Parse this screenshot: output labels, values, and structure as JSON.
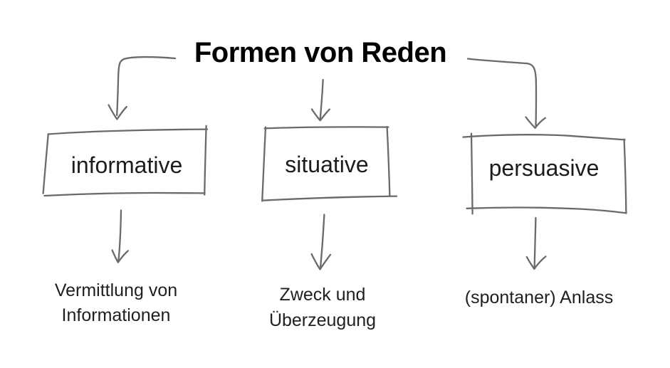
{
  "title": "Formen von Reden",
  "colors": {
    "background": "#ffffff",
    "stroke": "#6a6a6a",
    "title_text": "#000000",
    "label_text": "#1c1c1c",
    "desc_text": "#1f1f1f"
  },
  "branches": [
    {
      "label": "informative",
      "description_lines": [
        "Vermittlung von",
        "Informationen"
      ]
    },
    {
      "label": "situative",
      "description_lines": [
        "Zweck und",
        "Überzeugung"
      ]
    },
    {
      "label": "persuasive",
      "description_lines": [
        "(spontaner) Anlass"
      ]
    }
  ]
}
